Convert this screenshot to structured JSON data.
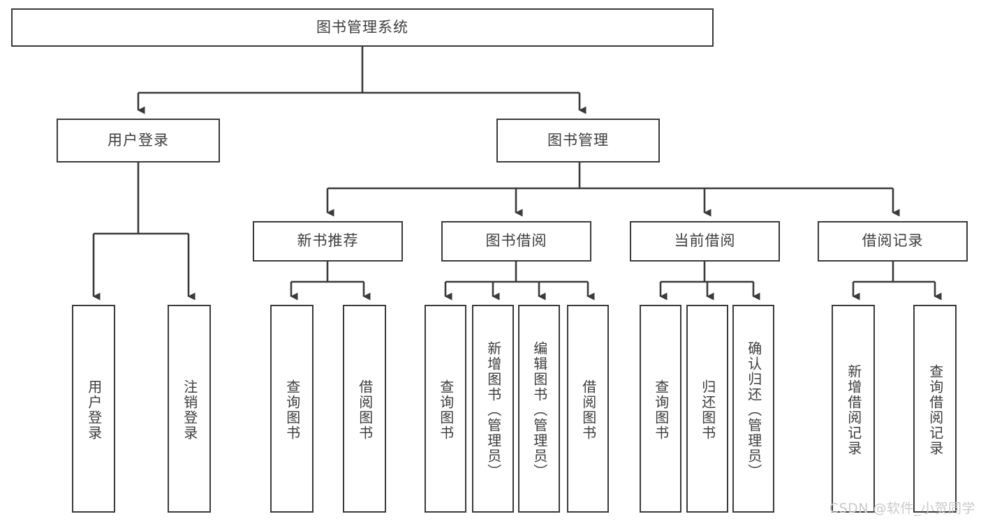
{
  "diagram": {
    "title": "图书管理系统",
    "watermark": "CSDN @软件_小贺同学",
    "stroke_color": "#3a3a3a",
    "text_color": "#3d3d3d",
    "background_color": "#ffffff",
    "root": {
      "label": "图书管理系统"
    },
    "level2": [
      {
        "label": "用户登录"
      },
      {
        "label": "图书管理"
      }
    ],
    "level3": [
      {
        "label": "新书推荐"
      },
      {
        "label": "图书借阅"
      },
      {
        "label": "当前借阅"
      },
      {
        "label": "借阅记录"
      }
    ],
    "leaves": {
      "user_login": [
        {
          "label": "用户登录"
        },
        {
          "label": "注销登录"
        }
      ],
      "new_book_recommend": [
        {
          "label": "查询图书"
        },
        {
          "label": "借阅图书"
        }
      ],
      "book_borrow": [
        {
          "label": "查询图书"
        },
        {
          "label": "新增图书（管理员）"
        },
        {
          "label": "编辑图书（管理员）"
        },
        {
          "label": "借阅图书"
        }
      ],
      "current_borrow": [
        {
          "label": "查询图书"
        },
        {
          "label": "归还图书"
        },
        {
          "label": "确认归还（管理员）"
        }
      ],
      "borrow_record": [
        {
          "label": "新增借阅记录"
        },
        {
          "label": "查询借阅记录"
        }
      ]
    }
  }
}
